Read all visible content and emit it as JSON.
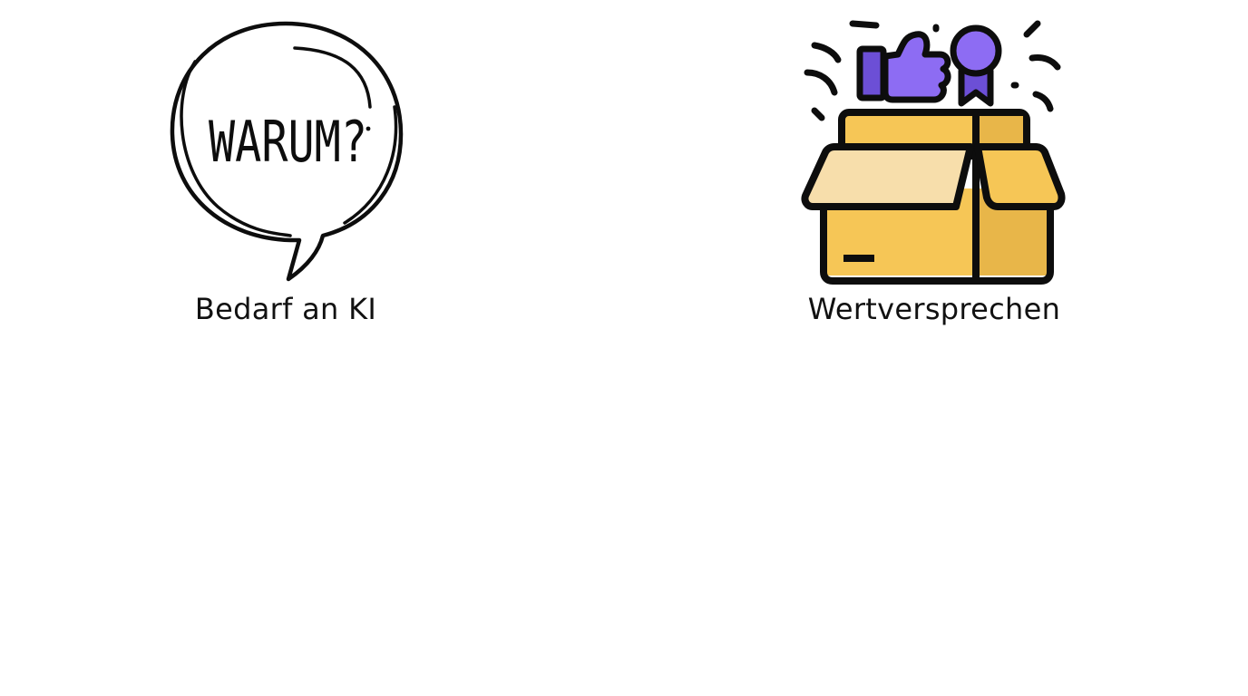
{
  "slide": {
    "items": [
      {
        "icon": "speech-bubble-icon",
        "icon_text": "WARUM?",
        "label": "Bedarf an KI"
      },
      {
        "icon": "open-box-icon",
        "label": "Wertversprechen"
      }
    ]
  },
  "colors": {
    "outline": "#0d0d0d",
    "box_yellow": "#f6c656",
    "box_yellow_dark": "#e8b649",
    "box_flap_light": "#f7deab",
    "purple": "#8d6cf3",
    "purple_dark": "#6c4fd6"
  }
}
